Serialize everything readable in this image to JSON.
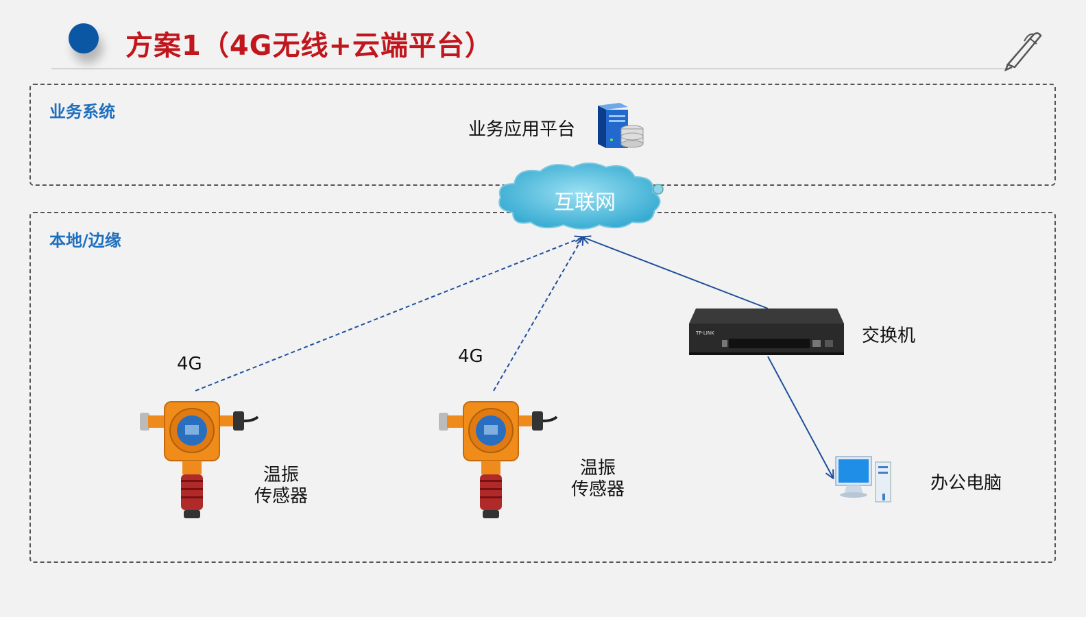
{
  "header": {
    "title": "方案1（4G无线+云端平台）",
    "pen_icon": "pen-icon"
  },
  "zones": {
    "business": "业务系统",
    "local": "本地/边缘"
  },
  "nodes": {
    "platform": "业务应用平台",
    "internet": "互联网",
    "switch": "交换机",
    "switch_brand": "TP-LINK",
    "pc": "办公电脑",
    "sensor_1": {
      "line1": "温振",
      "line2": "传感器"
    },
    "sensor_2": {
      "line1": "温振",
      "line2": "传感器"
    },
    "link_4g_1": "4G",
    "link_4g_2": "4G"
  },
  "colors": {
    "title": "#c0161c",
    "accent": "#0b57a4",
    "zone_title": "#1f6fbf",
    "cloud": "#5ec3df",
    "sensor": "#ef8a1c"
  }
}
